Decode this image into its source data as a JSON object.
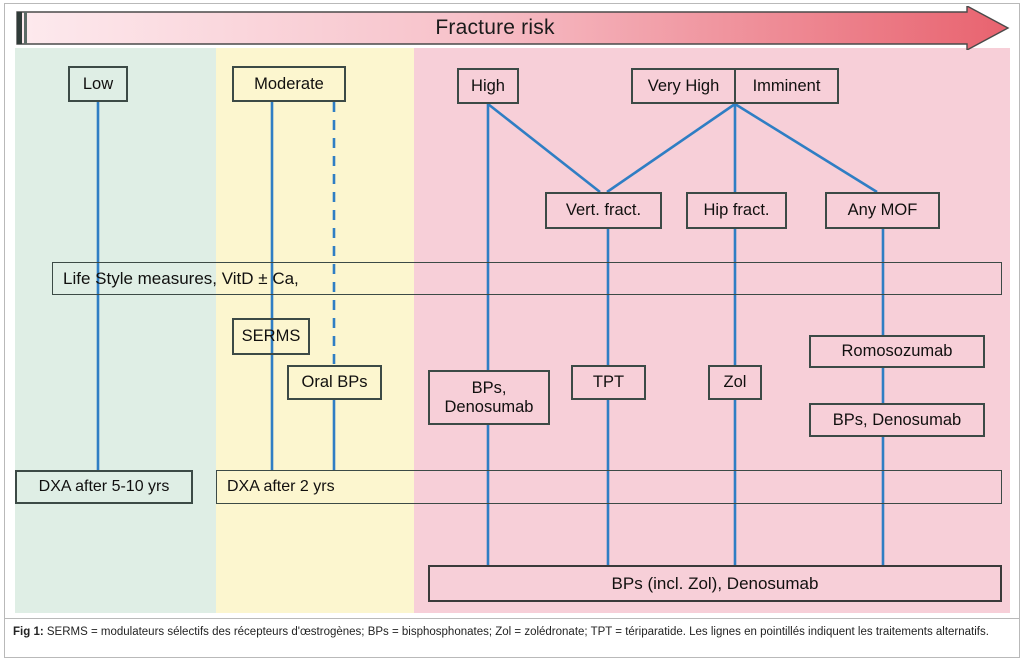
{
  "figure": {
    "arrow_label": "Fracture risk",
    "caption_prefix": "Fig 1:",
    "caption_text": " SERMS = modulateurs sélectifs des récepteurs d'œstrogènes; BPs = bisphosphonates; Zol = zolédronate; TPT = tériparatide. Les lignes en pointillés indiquent les traitements alternatifs."
  },
  "colors": {
    "band_low": "#dfeee5",
    "band_moderate": "#fcf6cf",
    "band_high": "#f7cfd8",
    "connector": "#2f7ec4",
    "box_border": "#3c4a46",
    "arrow_start": "#fbe4e8",
    "arrow_end": "#e8636f"
  },
  "risk_levels": [
    {
      "id": "low",
      "label": "Low"
    },
    {
      "id": "moderate",
      "label": "Moderate"
    },
    {
      "id": "high",
      "label": "High"
    },
    {
      "id": "very-high",
      "label": "Very High"
    },
    {
      "id": "imminent",
      "label": "Imminent"
    }
  ],
  "fracture_types": [
    {
      "id": "vert-fract",
      "label": "Vert. fract."
    },
    {
      "id": "hip-fract",
      "label": "Hip fract."
    },
    {
      "id": "any-mof",
      "label": "Any MOF"
    }
  ],
  "bands": {
    "lifestyle": "Life Style measures, VitD ± Ca,",
    "bottom_treatment": "BPs (incl. Zol), Denosumab"
  },
  "treatments": [
    {
      "id": "serms",
      "label": "SERMS"
    },
    {
      "id": "oral-bps",
      "label": "Oral BPs"
    },
    {
      "id": "bps-denosumab",
      "label": "BPs,\nDenosumab"
    },
    {
      "id": "tpt",
      "label": "TPT"
    },
    {
      "id": "zol",
      "label": "Zol"
    },
    {
      "id": "romosozumab",
      "label": "Romosozumab"
    },
    {
      "id": "bps-denosumab-2",
      "label": "BPs, Denosumab"
    }
  ],
  "followups": [
    {
      "id": "dxa-5-10",
      "label": "DXA after 5-10 yrs"
    },
    {
      "id": "dxa-2",
      "label": "DXA after 2 yrs"
    }
  ]
}
